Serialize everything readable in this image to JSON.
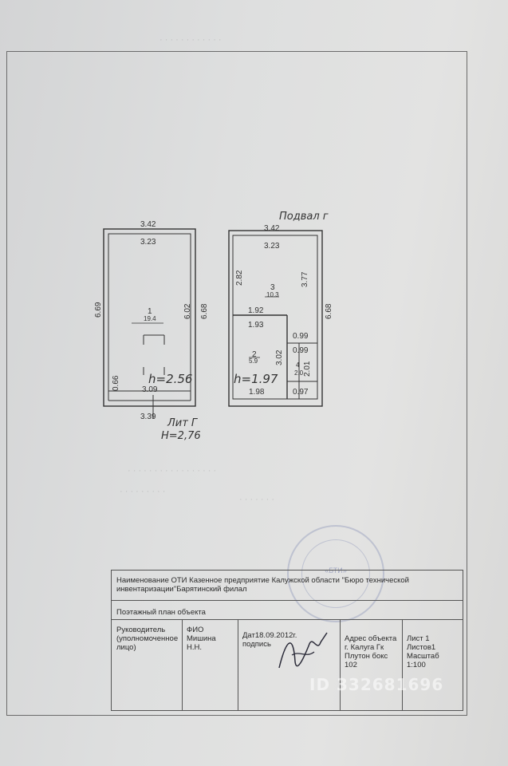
{
  "plan": {
    "basement_title": "Подвал г",
    "lit_label": "Лит Г",
    "total_height": "H=2,76",
    "left": {
      "outer_width": "3.42",
      "inner_width": "3.23",
      "outer_length": "6.69",
      "inner_length": "6.02",
      "right_length": "6.68",
      "room_number": "1",
      "room_area": "19.4",
      "height": "h=2.56",
      "step_depth": "0.66",
      "bottom_inner": "3.09",
      "bottom_outer": "3.39"
    },
    "right": {
      "outer_width": "3.42",
      "inner_width": "3.23",
      "left_upper": "2.82",
      "right_upper": "3.77",
      "right_outer": "6.68",
      "room3_number": "3",
      "room3_area": "10.3",
      "wall_a": "1.92",
      "wall_b": "1.93",
      "niche_top": "0.99",
      "niche_mid": "0.99",
      "room2_number": "2",
      "room2_area": "5.9",
      "room2_height_dim": "3.02",
      "room4_number": "4",
      "room4_area": "2.0",
      "room4_dim": "2.01",
      "height": "h=1.97",
      "bottom_left": "1.98",
      "bottom_right": "0.97"
    }
  },
  "stamp_text": "«БТИ»",
  "table": {
    "org_label": "Наименование ОТИ Казенное предприятие Калужской области \"Бюро технической инвентаризации\"Барятинский филал",
    "plan_type": "Поэтажный план объекта",
    "head_label": "Руководитель (уполномоченное лицо)",
    "fio_label": "ФИО Мишина Н.Н.",
    "date_label": "Дат18.09.2012г. подпись",
    "address_label": "Адрес объекта г. Калуга Гк Плутон бокс 102",
    "sheet_label": "Лист 1 Листов1 Масштаб 1:100"
  },
  "watermark": "ID 332681696"
}
